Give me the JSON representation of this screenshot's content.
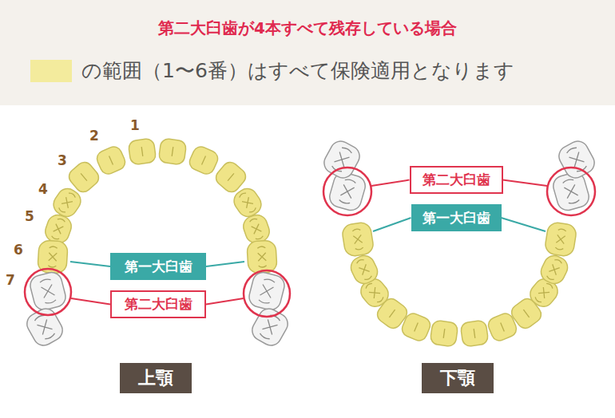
{
  "diagram": {
    "title": "第二大臼歯が4本すべて残存している場合",
    "nodes": [
      {
        "text": [
          "第一大臼歯"
        ]
      },
      {
        "text": [
          "第二大臼歯"
        ]
      },
      {
        "text": [
          "上顎"
        ]
      },
      {
        "text": [
          "第二大臼歯"
        ]
      },
      {
        "text": [
          "第一大臼歯"
        ]
      },
      {
        "text": [
          "下顎"
        ]
      }
    ],
    "labels": [
      "1",
      "2",
      "3",
      "4",
      "5",
      "6",
      "7"
    ],
    "legend": [
      {
        "text": "の範囲（1〜6番）はすべて保険適用となります",
        "color": "#f3eb9d"
      }
    ]
  }
}
